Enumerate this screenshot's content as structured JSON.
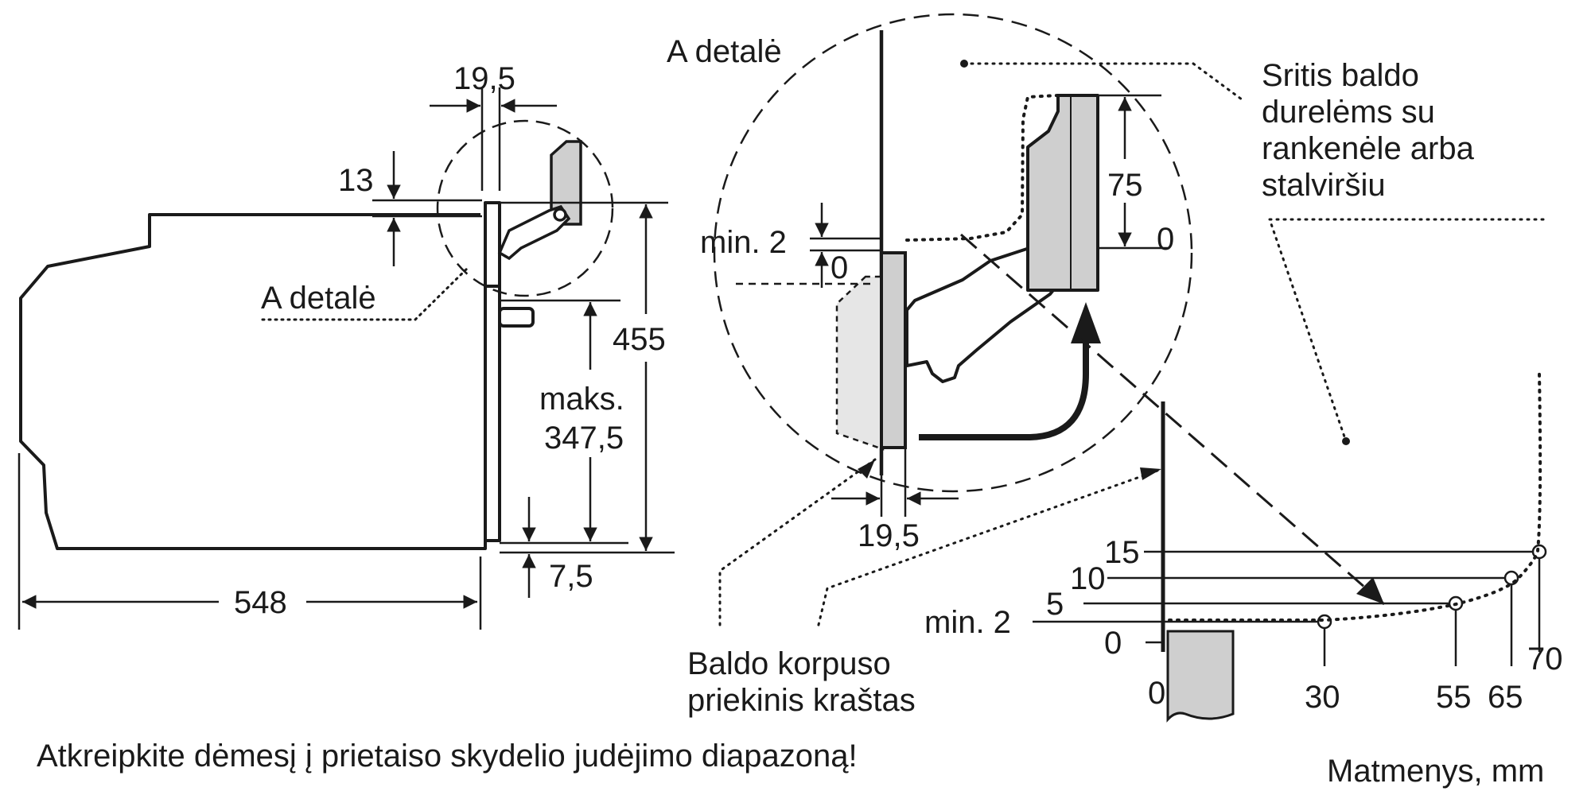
{
  "colors": {
    "ink": "#1a1a1a",
    "panel_fill": "#cfcfcf",
    "panel_light": "#e6e6e6",
    "background": "#ffffff"
  },
  "left_view": {
    "detail_label": "A detalė",
    "dim_gap": "19,5",
    "dim_top": "13",
    "dim_height": "455",
    "dim_max_label": "maks.",
    "dim_max_value": "347,5",
    "dim_bottom": "7,5",
    "dim_depth": "548"
  },
  "detail_view": {
    "title": "A detalė",
    "dim_min_label": "min. 2",
    "dim_zero": "0",
    "dim_handle": "75",
    "dim_handle_zero": "0",
    "dim_gap": "19,5",
    "region_note": [
      "Sritis baldo",
      "durelėms su",
      "rankenėle arba",
      "stalviršiu"
    ]
  },
  "graph_view": {
    "y_labels": [
      "15",
      "10",
      "5",
      "min. 2",
      "0"
    ],
    "x_labels": [
      "0",
      "30",
      "55",
      "65",
      "70"
    ],
    "points": [
      {
        "x": 30,
        "y": 2
      },
      {
        "x": 55,
        "y": 5
      },
      {
        "x": 65,
        "y": 10
      },
      {
        "x": 70,
        "y": 15
      }
    ]
  },
  "front_edge_label": [
    "Baldo korpuso",
    "priekinis kraštas"
  ],
  "footer_note": "Atkreipkite dėmesį į prietaiso skydelio judėjimo diapazoną!",
  "units_label": "Matmenys, mm"
}
